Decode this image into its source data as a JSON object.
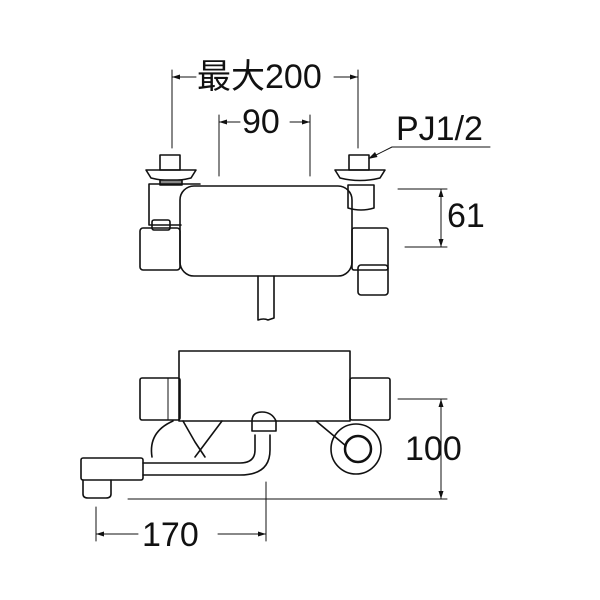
{
  "diagram": {
    "type": "technical dimension drawing",
    "subject": "wall-mounted thermostatic mixing faucet (top and front views)",
    "colors": {
      "line": "#111111",
      "background": "#ffffff",
      "shade": "#888888"
    },
    "dimensions": {
      "max_pitch": {
        "prefix": "最大",
        "value": "200"
      },
      "pitch_90": "90",
      "thread": "PJ1/2",
      "height_61": "61",
      "height_100": "100",
      "spout_170": "170"
    }
  }
}
